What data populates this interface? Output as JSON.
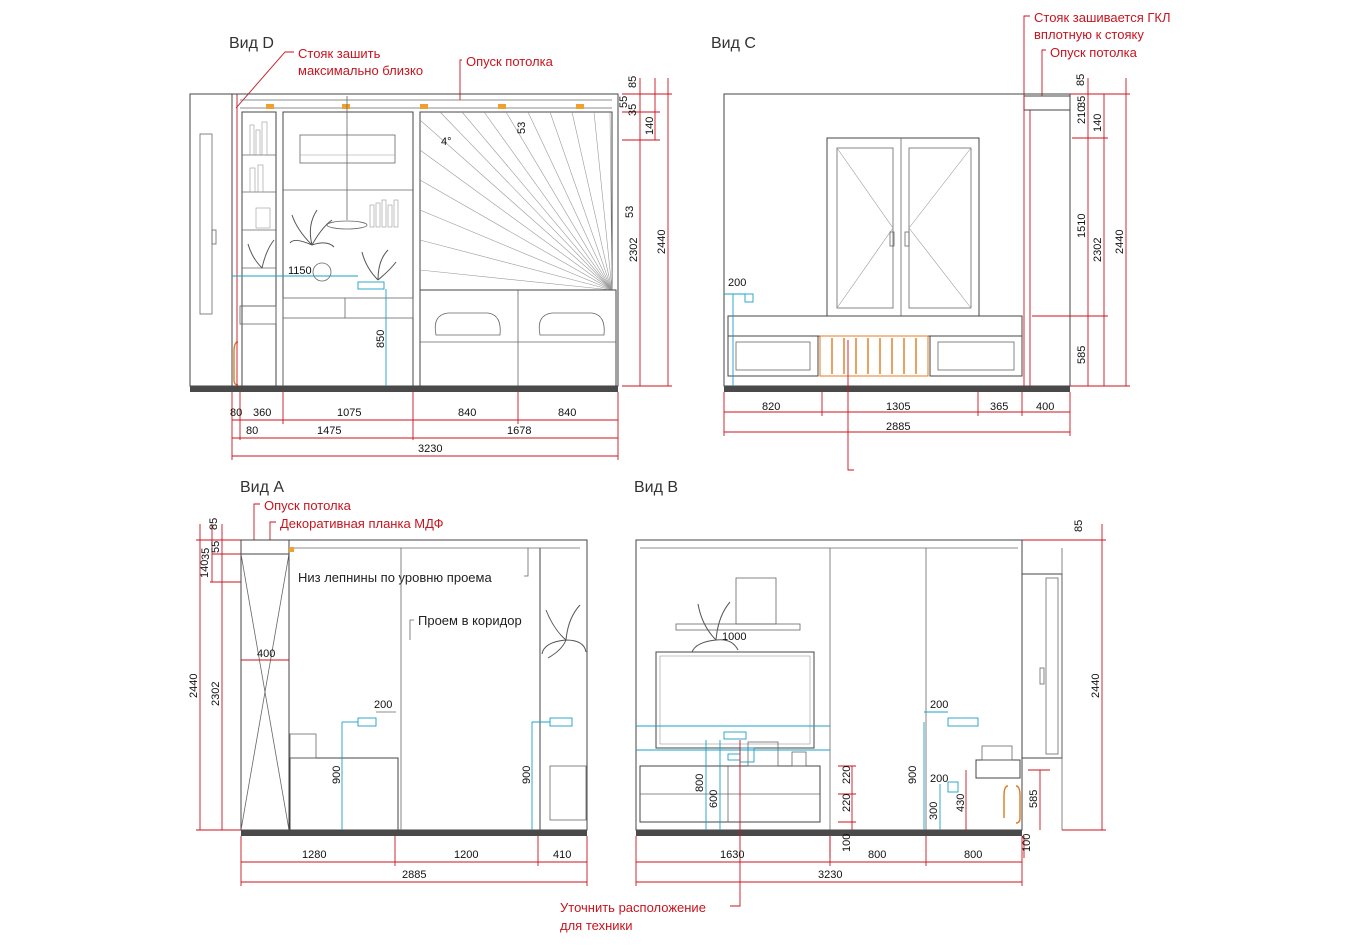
{
  "views": {
    "d": {
      "title": "Вид D",
      "notes": [
        "Стояк зашить",
        "максимально близко",
        "Опуск потолка"
      ],
      "dims_bottom_row1": [
        "80",
        "360",
        "1075",
        "840",
        "840"
      ],
      "dims_bottom_row2": [
        "80",
        "1475",
        "1678"
      ],
      "dims_bottom_total": "3230",
      "dims_right": [
        "85",
        "55",
        "35",
        "140",
        "2302",
        "2440"
      ],
      "dims_inner": [
        "1150",
        "850",
        "53",
        "53",
        "4°"
      ]
    },
    "c": {
      "title": "Вид C",
      "notes": [
        "Стояк зашивается ГКЛ",
        "вплотную к стояку",
        "Опуск потолка"
      ],
      "dims_bottom_row1": [
        "820",
        "1305",
        "365",
        "400"
      ],
      "dims_bottom_total": "2885",
      "dims_right": [
        "85",
        "35",
        "210",
        "140",
        "1510",
        "2302",
        "2440",
        "585"
      ],
      "dims_inner": [
        "200"
      ]
    },
    "a": {
      "title": "Вид A",
      "notes": [
        "Опуск потолка",
        "Декоративная  планка МДФ",
        "Низ лепнины по уровню проема",
        "Проем в коридор"
      ],
      "dims_bottom_row1": [
        "1280",
        "1200",
        "410"
      ],
      "dims_bottom_total": "2885",
      "dims_left": [
        "85",
        "55",
        "35",
        "140",
        "2440",
        "2302"
      ],
      "dims_inner": [
        "400",
        "200",
        "900",
        "900"
      ]
    },
    "b": {
      "title": "Вид B",
      "notes": [
        "Уточнить расположение",
        "для техники"
      ],
      "dims_bottom_row1": [
        "1630",
        "800",
        "800"
      ],
      "dims_bottom_total": "3230",
      "dims_right": [
        "85",
        "2440",
        "585",
        "100"
      ],
      "dims_inner": [
        "1000",
        "800",
        "600",
        "220",
        "220",
        "100",
        "900",
        "200",
        "200",
        "300",
        "430"
      ]
    }
  }
}
